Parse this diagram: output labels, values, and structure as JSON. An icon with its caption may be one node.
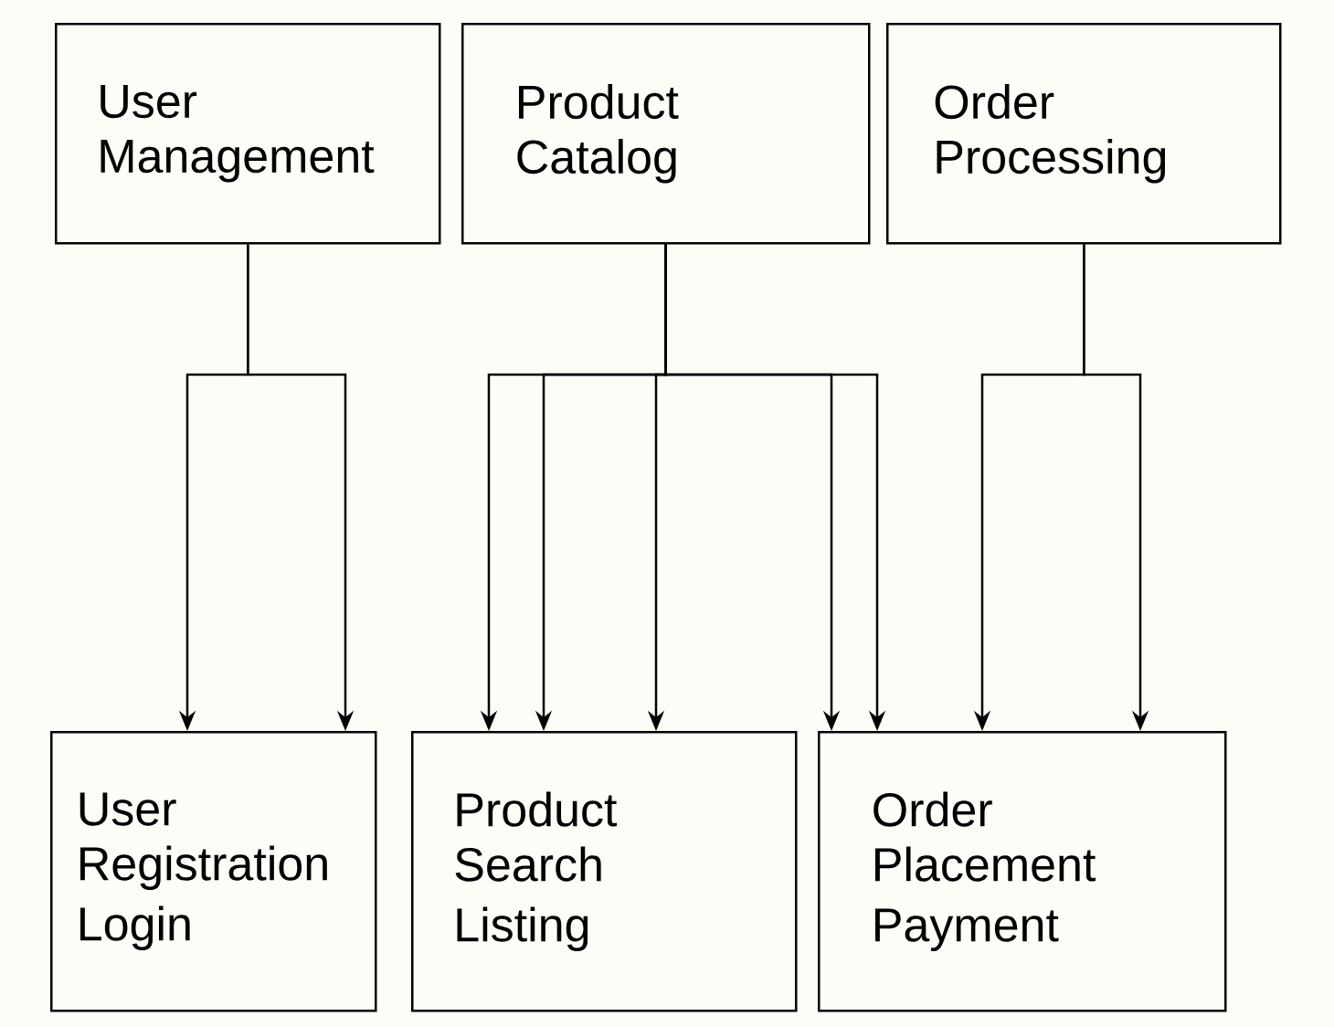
{
  "diagram": {
    "nodes": [
      {
        "text": [
          "User Management"
        ]
      },
      {
        "text": [
          "Product Catalog"
        ]
      },
      {
        "text": [
          "Order Processing"
        ]
      },
      {
        "text": [
          "User Registration",
          "Login"
        ]
      },
      {
        "text": [
          "Product Search",
          "Listing"
        ]
      },
      {
        "text": [
          "Order Placement",
          "Payment"
        ]
      }
    ],
    "edges": [
      {
        "from": 0,
        "to": 3,
        "arrow": "to"
      },
      {
        "from": 0,
        "to": 3,
        "arrow": "to"
      },
      {
        "from": 1,
        "to": 4,
        "arrow": "to"
      },
      {
        "from": 1,
        "to": 4,
        "arrow": "to"
      },
      {
        "from": 1,
        "to": 4,
        "arrow": "to"
      },
      {
        "from": 1,
        "to": 5,
        "arrow": "to"
      },
      {
        "from": 1,
        "to": 5,
        "arrow": "to"
      },
      {
        "from": 2,
        "to": 5,
        "arrow": "to"
      },
      {
        "from": 2,
        "to": 5,
        "arrow": "to"
      }
    ]
  }
}
